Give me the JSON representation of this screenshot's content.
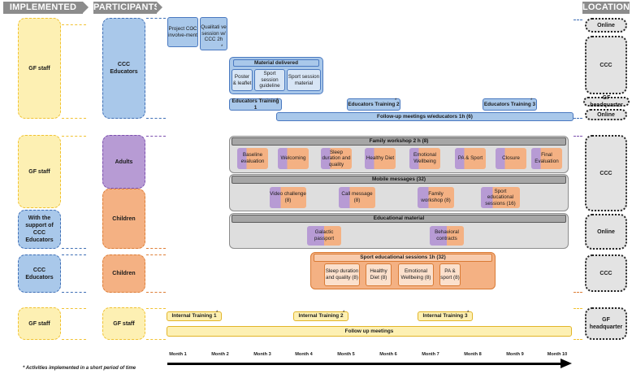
{
  "headers": {
    "implemented_by": "IMPLEMENTED BY",
    "participants": "PARTICIPANTS",
    "location": "LOCATION"
  },
  "implemented_by": {
    "gf_staff_1": "GF staff",
    "gf_staff_2": "GF staff",
    "with_support": "With the support of CCC Educators",
    "ccc_educators": "CCC Educators",
    "gf_staff_3": "GF staff"
  },
  "participants": {
    "ccc_educators": "CCC Educators",
    "adults": "Adults",
    "children_1": "Children",
    "children_2": "Children",
    "gf_staff": "GF staff"
  },
  "locations": {
    "online_1": "Online",
    "ccc_1": "CCC",
    "gf_headquarter_1": "GF headquarter",
    "online_2": "Online",
    "ccc_2": "CCC",
    "online_3": "Online",
    "ccc_3": "CCC",
    "gf_headquarter_2": "GF headquarter"
  },
  "educators_section": {
    "project_involvement": "Project CCC involve-ment",
    "qualitative_session": "Qualitati ve session w/ CCC 2h",
    "material_delivered": "Material delivered",
    "materials": [
      "Poster & leaflet",
      "Sport session guideline",
      "Sport session material"
    ],
    "trainings": [
      "Educators Training 1",
      "Educators Training 2",
      "Educators Training 3"
    ],
    "follow_up": "Follow-up meetings w/educators 1h (6)"
  },
  "family_workshop": {
    "title": "Family workshop 2 h (8)",
    "items": [
      "Baseline evaluation",
      "Welcoming",
      "Sleep duration and quality",
      "Healthy Diet",
      "Emotional Wellbeing",
      "PA & Sport",
      "Closure",
      "Final Evaluation"
    ]
  },
  "mobile_messages": {
    "title": "Mobile messages (32)",
    "items": [
      "Video challenge (8)",
      "Call message (8)",
      "Family workshop (8)",
      "Sport educational sessions (16)"
    ]
  },
  "educational_material": {
    "title": "Educational material",
    "items": [
      "Galactic passport",
      "Behavioral contracts"
    ]
  },
  "sport_sessions": {
    "title": "Sport educational sessions 1h (32)",
    "items": [
      "Sleep duration and quality (8)",
      "Healthy Diet (8)",
      "Emotional Wellbeing (8)",
      "PA & sport (8)"
    ]
  },
  "gf_section": {
    "trainings": [
      "Internal Training 1",
      "Internal Training 2",
      "Internal Training 3"
    ],
    "follow_up": "Follow up  meetings"
  },
  "months": [
    "Month 1",
    "Month 2",
    "Month 3",
    "Month 4",
    "Month 5",
    "Month 6",
    "Month 7",
    "Month 8",
    "Month 9",
    "Month 10"
  ],
  "star": "*",
  "footnote": "* Activities implemented in a short period of time"
}
